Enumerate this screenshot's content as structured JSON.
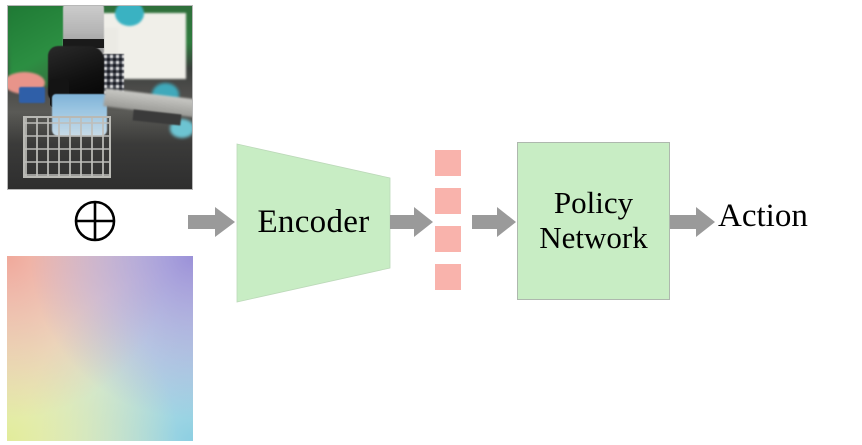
{
  "diagram": {
    "title": "Visuomotor policy pipeline",
    "colors": {
      "block_fill": "#c8edc4",
      "block_border": "#aeb8ae",
      "token_fill": "#f9b3ac",
      "arrow_fill": "#9a9a9a",
      "text": "#000000",
      "background": "#ffffff",
      "photo_border": "#b8b8b8"
    },
    "inputs": {
      "top_image": {
        "name": "robot-gripper-photo",
        "alt": "Robot arm with black gripper lowering a blue bowl onto a wire dish rack, green backdrop and AprilTag board behind"
      },
      "combine_operator": {
        "name": "circled-plus",
        "glyph": "⊕",
        "meaning": "concatenate"
      },
      "bottom_image": {
        "name": "pastel-gradient-map",
        "alt": "Smooth four-corner pastel gradient: salmon top-left, violet top-right, yellow-green bottom-left, cyan bottom-right"
      }
    },
    "blocks": [
      {
        "id": "encoder",
        "label": "Encoder",
        "shape": "trapezoid"
      },
      {
        "id": "policy",
        "label_lines": [
          "Policy",
          "Network"
        ],
        "shape": "rectangle"
      }
    ],
    "latent": {
      "name": "latent-tokens",
      "count": 4,
      "shape": "square"
    },
    "output": {
      "label": "Action"
    },
    "arrows": [
      {
        "id": "arrow-input-to-encoder",
        "from": "inputs",
        "to": "encoder"
      },
      {
        "id": "arrow-encoder-to-latent",
        "from": "encoder",
        "to": "latent"
      },
      {
        "id": "arrow-latent-to-policy",
        "from": "latent",
        "to": "policy"
      },
      {
        "id": "arrow-policy-to-action",
        "from": "policy",
        "to": "action"
      }
    ]
  }
}
